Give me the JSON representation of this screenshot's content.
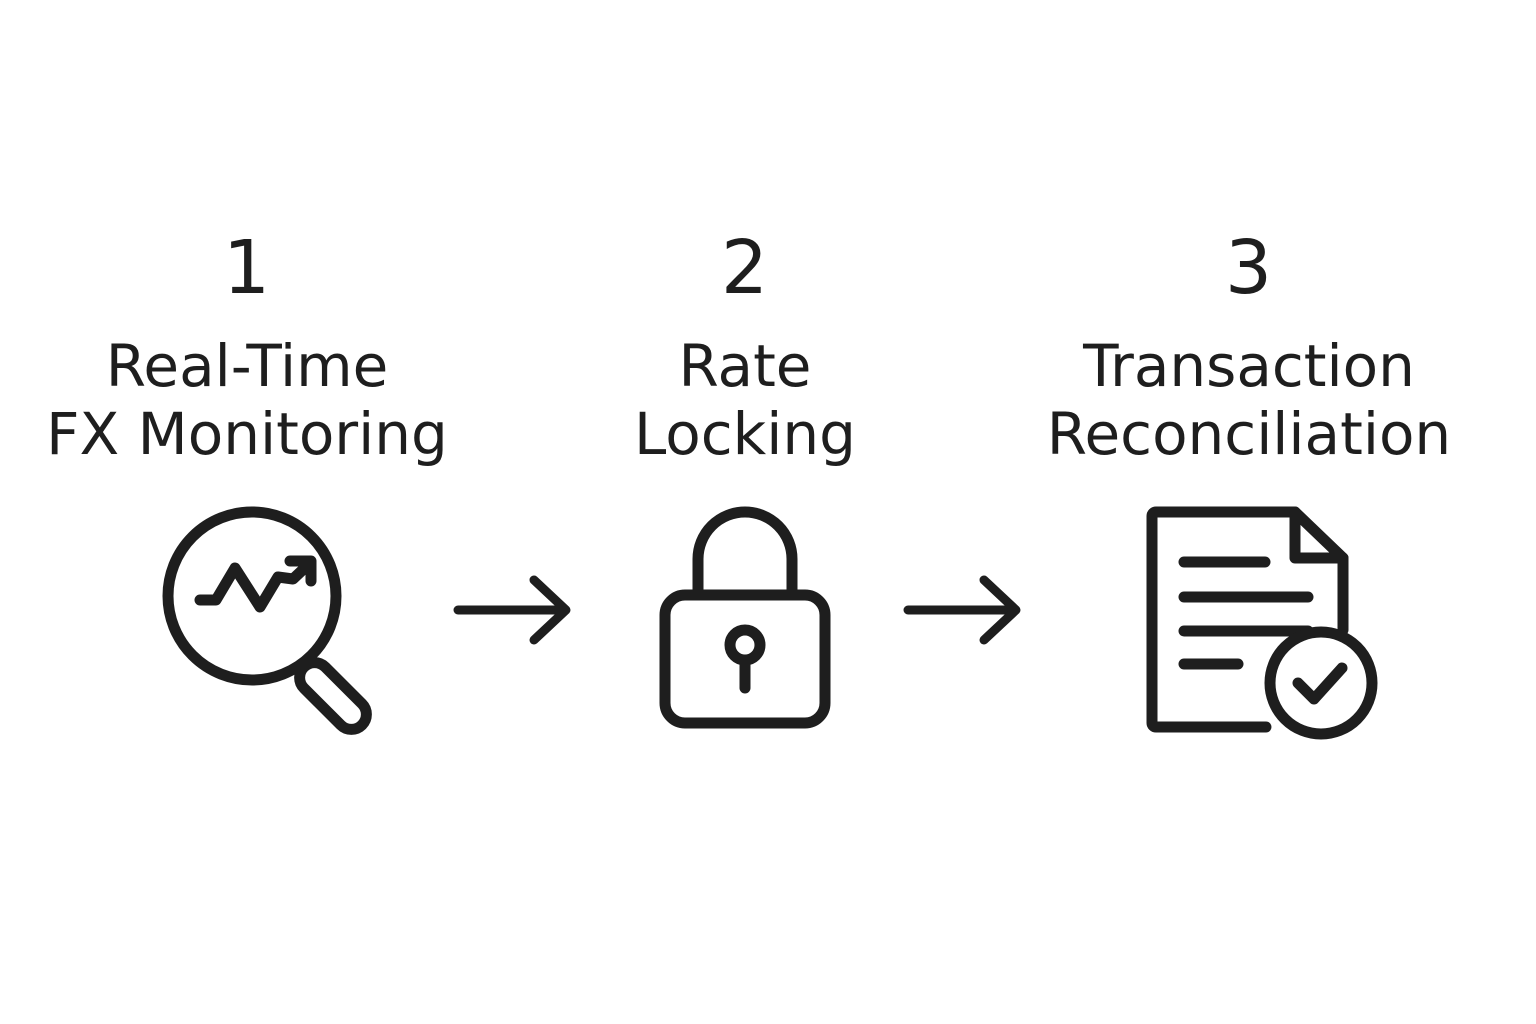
{
  "steps": [
    {
      "number": "1",
      "title_lines": [
        "Real-Time",
        "FX Monitoring"
      ],
      "icon": "magnifier-chart-icon"
    },
    {
      "number": "2",
      "title_lines": [
        "Rate",
        "Locking"
      ],
      "icon": "padlock-icon"
    },
    {
      "number": "3",
      "title_lines": [
        "Transaction",
        "Reconciliation"
      ],
      "icon": "document-check-icon"
    }
  ],
  "connectors": [
    "arrow-right-icon",
    "arrow-right-icon"
  ],
  "colors": {
    "stroke": "#1e1e1e",
    "background": "#ffffff"
  }
}
